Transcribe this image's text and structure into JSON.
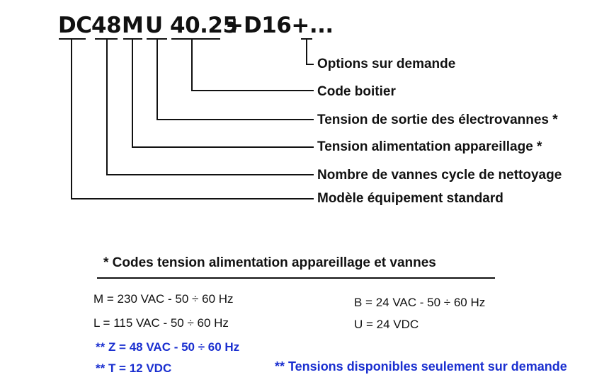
{
  "code": {
    "dc": "DC",
    "n48": "48",
    "m": "M",
    "u": "U",
    "case": "40.25",
    "plus1": "+",
    "opt": "D16+...",
    "line_color": "#111111"
  },
  "labels": {
    "options": "Options sur demande",
    "case_code": "Code boitier",
    "valve_voltage": "Tension de sortie des électrovannes *",
    "supply_voltage": "Tension alimentation appareillage *",
    "valve_count": "Nombre de vannes cycle de nettoyage",
    "model": "Modèle équipement standard"
  },
  "voltage_codes": {
    "title": "* Codes tension alimentation appareillage et vannes",
    "m": "M = 230 VAC - 50 ÷ 60 Hz",
    "l": "L = 115 VAC - 50 ÷ 60 Hz",
    "b": "B = 24 VAC - 50 ÷ 60 Hz",
    "u": "U = 24 VDC",
    "z": "** Z = 48 VAC - 50 ÷ 60 Hz",
    "t": "** T = 12 VDC",
    "on_request": "** Tensions disponibles seulement sur demande",
    "accent_color": "#1a2fd0"
  }
}
